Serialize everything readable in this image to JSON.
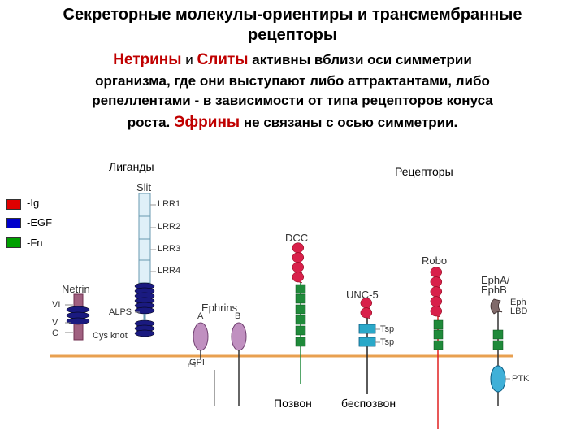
{
  "title": {
    "line1": "Секреторные молекулы-ориентиры и трансмембранные",
    "line2": "рецепторы"
  },
  "paragraph": {
    "l1_netrins": "Нетрины",
    "l1_and": "и",
    "l1_slits": "Слиты",
    "l1_rest": "активны вблизи оси симметрии",
    "line2": "организма, где они выступают либо аттрактантами, либо",
    "line3": "репеллентами - в зависимости от типа рецепторов конуса",
    "l4_start": "роста.",
    "l4_ephrins": "Эфрины",
    "l4_rest": "не связаны с осью симметрии."
  },
  "headers": {
    "ligands": "Лиганды",
    "receptors": "Рецепторы"
  },
  "legend": [
    {
      "label": "-Ig",
      "color": "#e00000"
    },
    {
      "label": "-EGF",
      "color": "#0000cc"
    },
    {
      "label": "-Fn",
      "color": "#00a000"
    }
  ],
  "slit": {
    "name": "Slit",
    "lrr": [
      "LRR1",
      "LRR2",
      "LRR3",
      "LRR4"
    ],
    "alps": "ALPS",
    "cys_knot": "Cys knot"
  },
  "netrin": {
    "name": "Netrin",
    "domains": [
      "VI",
      "V",
      "C"
    ]
  },
  "ephrins": {
    "name": "Ephrins",
    "a": "A",
    "b": "B",
    "gpi": "GPI"
  },
  "receptors": {
    "dcc": "DCC",
    "unc5": "UNC-5",
    "robo": "Robo",
    "eph": [
      "EphA/",
      "EphB"
    ],
    "tsp": [
      "Tsp",
      "Tsp"
    ],
    "eph_lbd": [
      "Eph",
      "LBD"
    ],
    "ptk": "PTK"
  },
  "bottom": {
    "vert": "Позвон",
    "invert": "беспозвон"
  },
  "colors": {
    "membrane": "#e8a050",
    "slit_fill": "#dff0f8",
    "ig": "#d8204a",
    "egf": "#1a1a80",
    "fn": "#1f8a3a",
    "ephrin": "#c090c0",
    "netrin_stalk": "#a06080",
    "tsp": "#2aa8c8",
    "eph_lbd": "#806a6a",
    "ptk": "#40b0d8"
  }
}
